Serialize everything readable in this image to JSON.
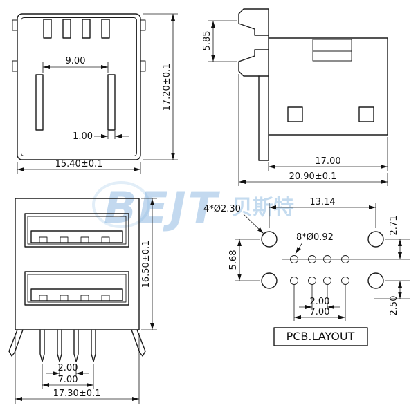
{
  "watermark": {
    "brand": "BEJT",
    "brand_cjk": "贝斯特"
  },
  "top_view": {
    "dim_slot_gap": "9.00",
    "dim_post_width": "1.00",
    "dim_width": "15.40±0.1",
    "dim_height": "17.20±0.1"
  },
  "side_view": {
    "dim_latch": "5.85",
    "dim_body_depth": "17.00",
    "dim_total_depth": "20.90±0.1"
  },
  "front_view": {
    "dim_height": "16.50±0.1",
    "dim_pin_pitch": "2.00",
    "dim_pin_span": "7.00",
    "dim_width": "17.30±0.1"
  },
  "pcb_layout": {
    "title": "PCB.LAYOUT",
    "dim_mount_holes": "4*Ø2.30",
    "dim_mount_span": "13.14",
    "dim_row_offset": "2.71",
    "dim_pin_holes": "8*Ø0.92",
    "dim_row_gap": "5.68",
    "dim_edge_offset": "2.50",
    "dim_pin_pitch": "2.00",
    "dim_pin_span": "7.00"
  }
}
